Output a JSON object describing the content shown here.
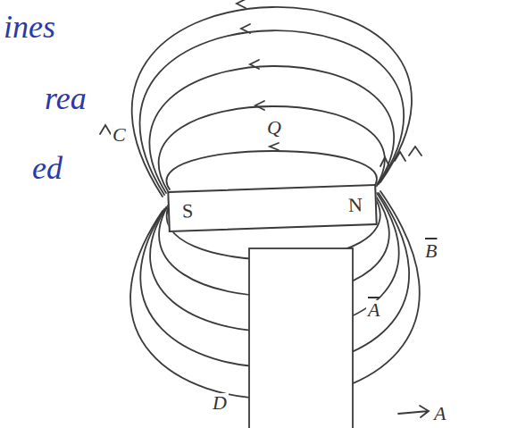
{
  "diagram": {
    "nodes": [
      {
        "text": [
          "S",
          "N"
        ]
      }
    ],
    "labels": [
      "ines",
      "rea",
      "ed",
      "C",
      "Q",
      "B",
      "A",
      "D",
      "A"
    ]
  }
}
